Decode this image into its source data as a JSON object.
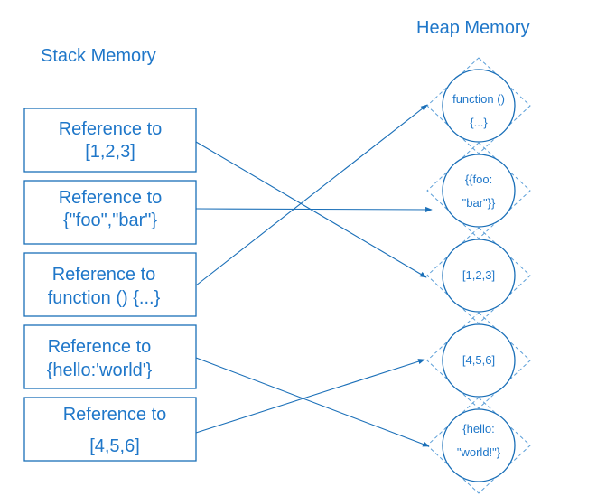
{
  "titles": {
    "stack": "Stack Memory",
    "heap": "Heap Memory"
  },
  "colors": {
    "text": "#1f77c9",
    "stroke": "#1a6fb8",
    "dashed": "#5a9ed8"
  },
  "stack_boxes": [
    {
      "line1": "Reference to",
      "line2": "[1,2,3]"
    },
    {
      "line1": "Reference to",
      "line2": "{\"foo\",\"bar\"}"
    },
    {
      "line1": "Reference to",
      "line2": "function () {...}"
    },
    {
      "line1": "Reference to",
      "line2": "{hello:'world'}"
    },
    {
      "line1": "Reference to",
      "line2": "[4,5,6]"
    }
  ],
  "heap_nodes": [
    {
      "line1": "function ()",
      "line2": "{...}"
    },
    {
      "line1": "{{foo:",
      "line2": "\"bar\"}}"
    },
    {
      "line1": "[1,2,3]",
      "line2": ""
    },
    {
      "line1": "[4,5,6]",
      "line2": ""
    },
    {
      "line1": "{hello:",
      "line2": "\"world!\"}"
    }
  ],
  "references": [
    {
      "from": 0,
      "to": 2
    },
    {
      "from": 1,
      "to": 1
    },
    {
      "from": 2,
      "to": 0
    },
    {
      "from": 3,
      "to": 4
    },
    {
      "from": 4,
      "to": 3
    }
  ]
}
